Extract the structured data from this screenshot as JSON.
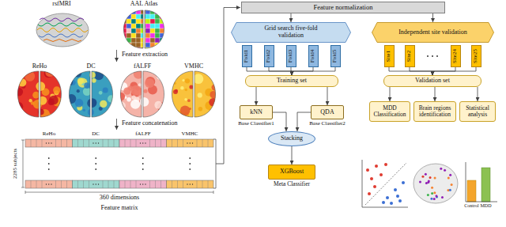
{
  "diagram": {
    "nodes": [
      {
        "text": [
          "Feature normalization"
        ]
      },
      {
        "text": [
          "Grid search five-fold validation"
        ]
      },
      {
        "text": [
          "Independent site validation"
        ]
      },
      {
        "text": [
          "Fold1"
        ]
      },
      {
        "text": [
          "Fold2"
        ]
      },
      {
        "text": [
          "Fold3"
        ]
      },
      {
        "text": [
          "Fold4"
        ]
      },
      {
        "text": [
          "Fold5"
        ]
      },
      {
        "text": [
          "Site1"
        ]
      },
      {
        "text": [
          "Site2"
        ]
      },
      {
        "text": [
          "Site24"
        ]
      },
      {
        "text": [
          "Site25"
        ]
      },
      {
        "text": [
          "Training set"
        ]
      },
      {
        "text": [
          "Validation set"
        ]
      },
      {
        "text": [
          "kNN"
        ]
      },
      {
        "text": [
          "QDA"
        ]
      },
      {
        "text": [
          "Stacking"
        ]
      },
      {
        "text": [
          "XGBoost"
        ]
      },
      {
        "text": [
          "MDD Classification"
        ]
      },
      {
        "text": [
          "Brain regions identification"
        ]
      },
      {
        "text": [
          "Statistical analysis"
        ]
      }
    ],
    "edges": [
      {
        "from": 0,
        "to": 1,
        "arrow": "to"
      },
      {
        "from": 0,
        "to": 2,
        "arrow": "to"
      },
      {
        "from": 3,
        "to": 12,
        "arrow": "to"
      },
      {
        "from": 4,
        "to": 12,
        "arrow": "to"
      },
      {
        "from": 5,
        "to": 12,
        "arrow": "to"
      },
      {
        "from": 6,
        "to": 12,
        "arrow": "to"
      },
      {
        "from": 7,
        "to": 12,
        "arrow": "to"
      },
      {
        "from": 8,
        "to": 13,
        "arrow": "to"
      },
      {
        "from": 9,
        "to": 13,
        "arrow": "to"
      },
      {
        "from": 10,
        "to": 13,
        "arrow": "to"
      },
      {
        "from": 11,
        "to": 13,
        "arrow": "to"
      },
      {
        "from": 12,
        "to": 14,
        "arrow": "to"
      },
      {
        "from": 12,
        "to": 15,
        "arrow": "to"
      },
      {
        "from": 14,
        "to": 16,
        "arrow": "to"
      },
      {
        "from": 15,
        "to": 16,
        "arrow": "to"
      },
      {
        "from": 16,
        "to": 17,
        "arrow": "to"
      },
      {
        "from": 13,
        "to": 18,
        "arrow": "to"
      },
      {
        "from": 13,
        "to": 19,
        "arrow": "to"
      },
      {
        "from": 13,
        "to": 20,
        "arrow": "to"
      }
    ],
    "labels": [
      "rsfMRI",
      "AAL Atlas",
      "Feature extraction",
      "ReHo",
      "DC",
      "fALFF",
      "VMHC",
      "Feature concatenation",
      "ReHo",
      "DC",
      "fALFF",
      "VMHC",
      "2285 subjects",
      "360 dimensions",
      "Feature matrix",
      "Base Classifier1",
      "Base Classifier2",
      "Meta Classifier",
      "Control",
      "MDD"
    ]
  }
}
